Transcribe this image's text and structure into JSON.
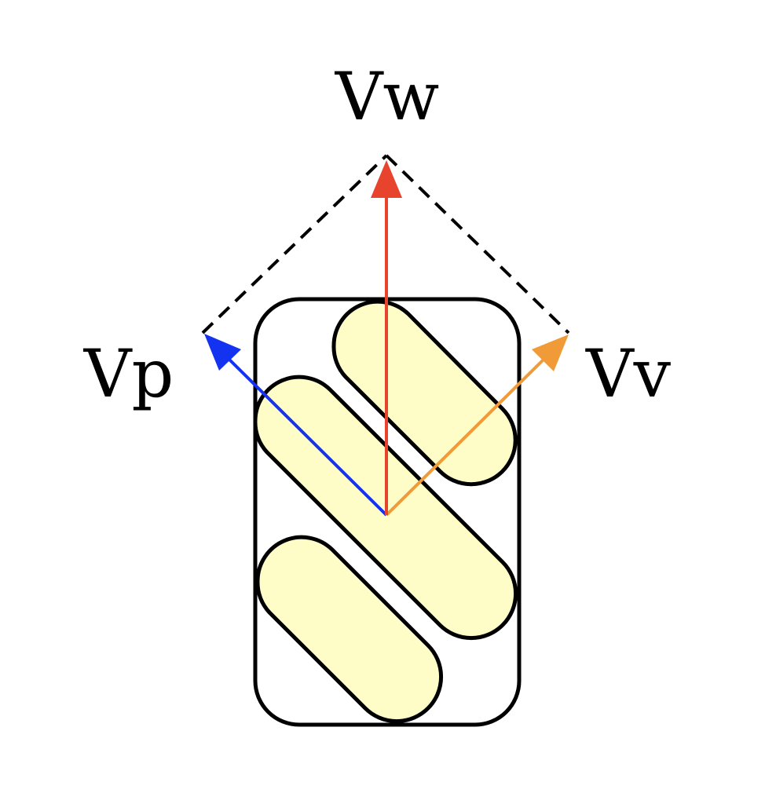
{
  "labels": {
    "resultant": "Vw",
    "left": "Vp",
    "right": "Vv"
  },
  "colors": {
    "resultant_arrow": "#e8432d",
    "left_arrow": "#1433f0",
    "right_arrow": "#f09a38",
    "roller_fill": "#fefdc7",
    "outline": "#000000",
    "background": "#ffffff"
  }
}
